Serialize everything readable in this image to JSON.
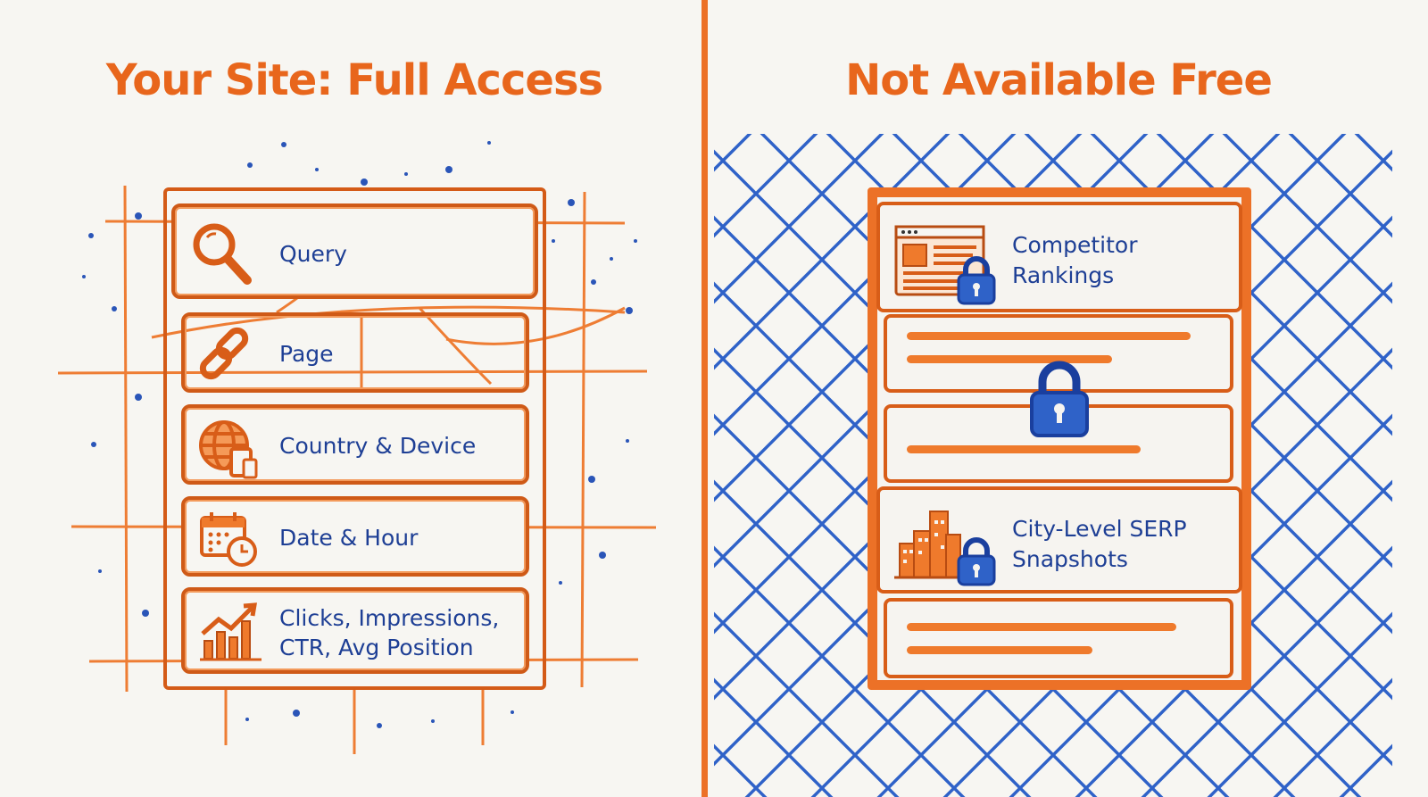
{
  "left": {
    "title": "Your Site: Full Access",
    "items": [
      {
        "label": "Query",
        "icon": "magnifier-icon"
      },
      {
        "label": "Page",
        "icon": "link-icon"
      },
      {
        "label": "Country & Device",
        "icon": "globe-device-icon"
      },
      {
        "label": "Date & Hour",
        "icon": "calendar-clock-icon"
      },
      {
        "label_line1": "Clicks, Impressions,",
        "label_line2": "CTR, Avg Position",
        "icon": "chart-growth-icon"
      }
    ]
  },
  "right": {
    "title": "Not Available Free",
    "items": [
      {
        "label_line1": "Competitor",
        "label_line2": "Rankings",
        "icon": "browser-lock-icon"
      },
      {
        "label_line1": "City-Level SERP",
        "label_line2": "Snapshots",
        "icon": "city-lock-icon"
      }
    ]
  },
  "colors": {
    "orange": "#e8661c",
    "blue": "#1e3f95",
    "fence": "#2f62c8"
  }
}
